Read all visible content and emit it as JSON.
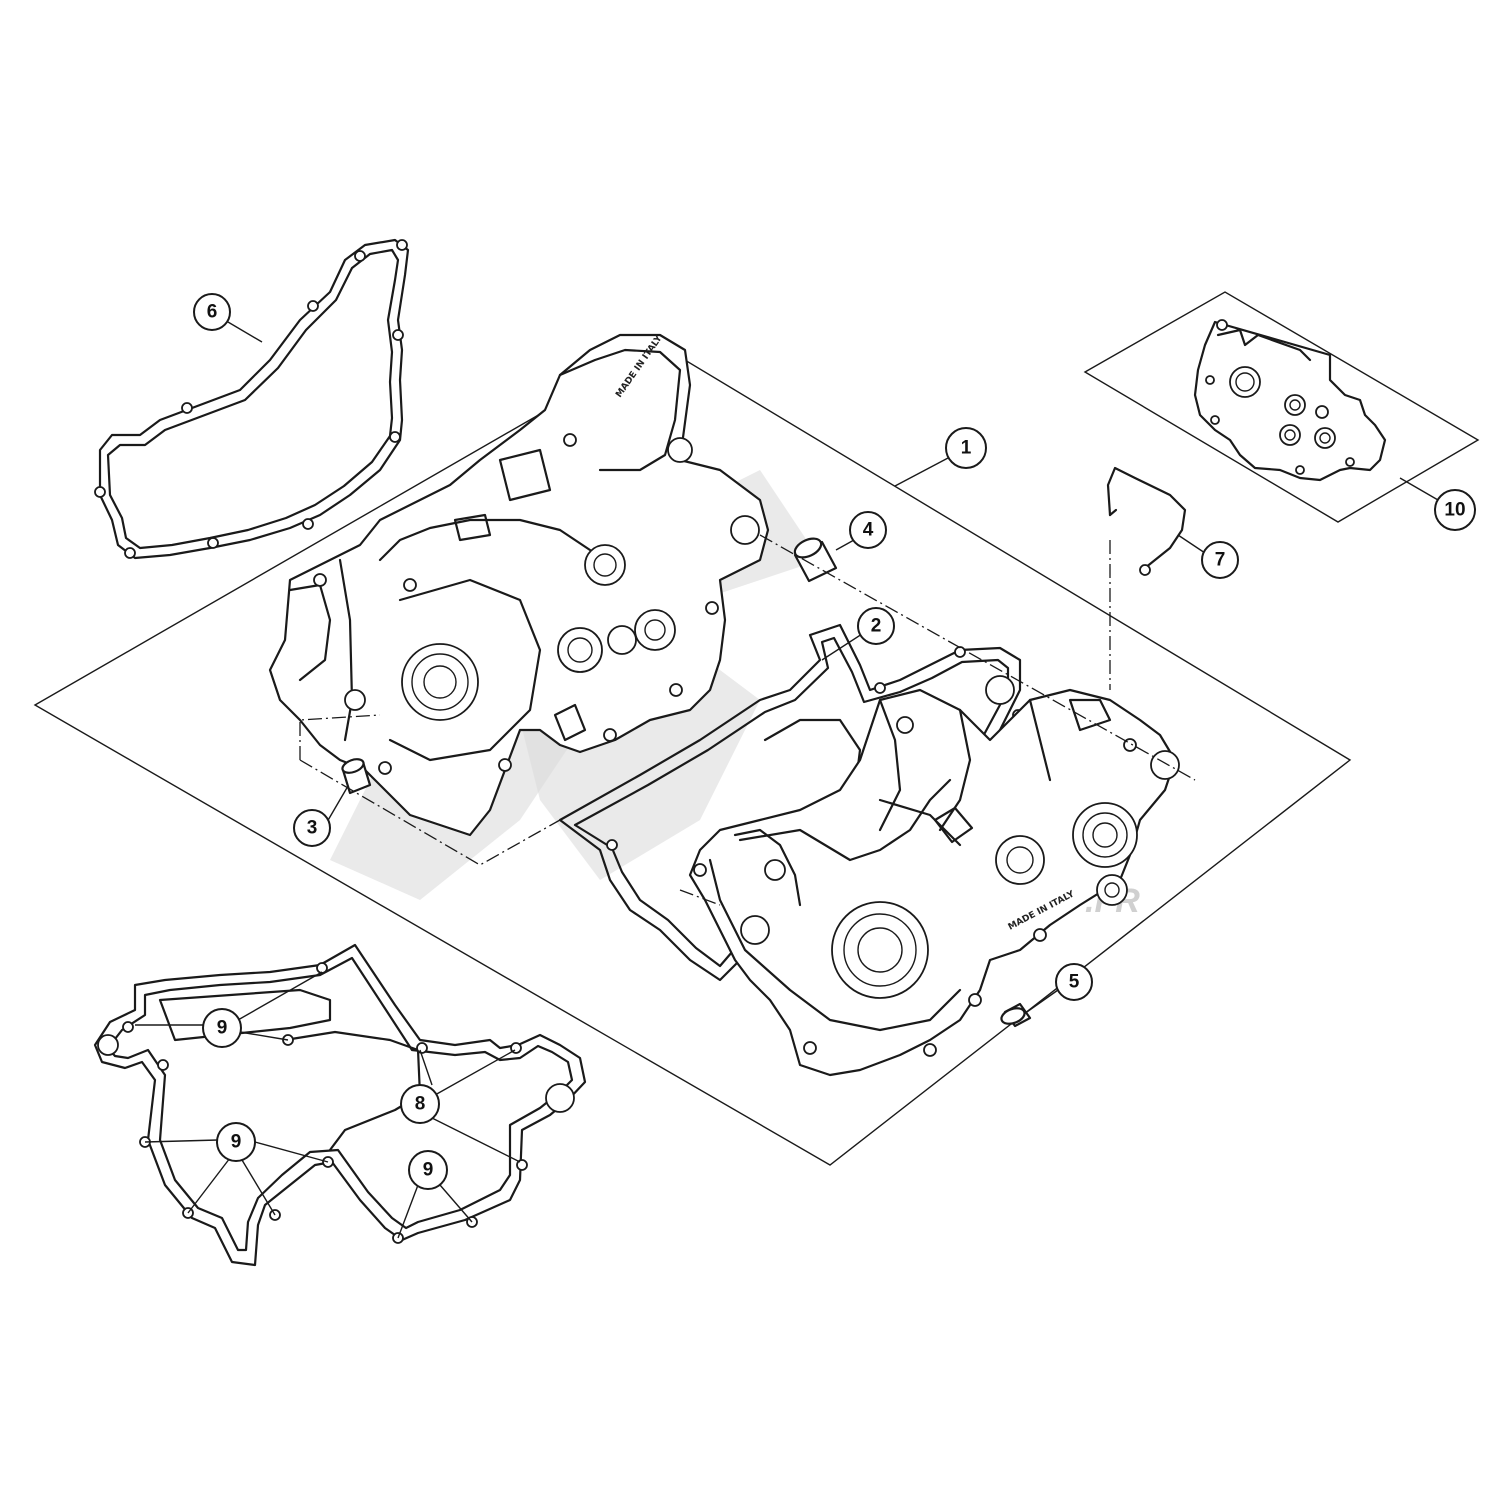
{
  "diagram": {
    "callouts": {
      "c1": "1",
      "c2": "2",
      "c3": "3",
      "c4": "4",
      "c5": "5",
      "c6": "6",
      "c7": "7",
      "c8": "8",
      "c9a": "9",
      "c9b": "9",
      "c9c": "9",
      "c10": "10"
    },
    "casting_text": {
      "left": "MADE IN ITALY",
      "right": "MADE IN ITALY"
    },
    "watermark_text": ".FR",
    "colors": {
      "line": "#1a1a1a",
      "background": "#ffffff",
      "watermark": "#d9d9d9"
    }
  }
}
